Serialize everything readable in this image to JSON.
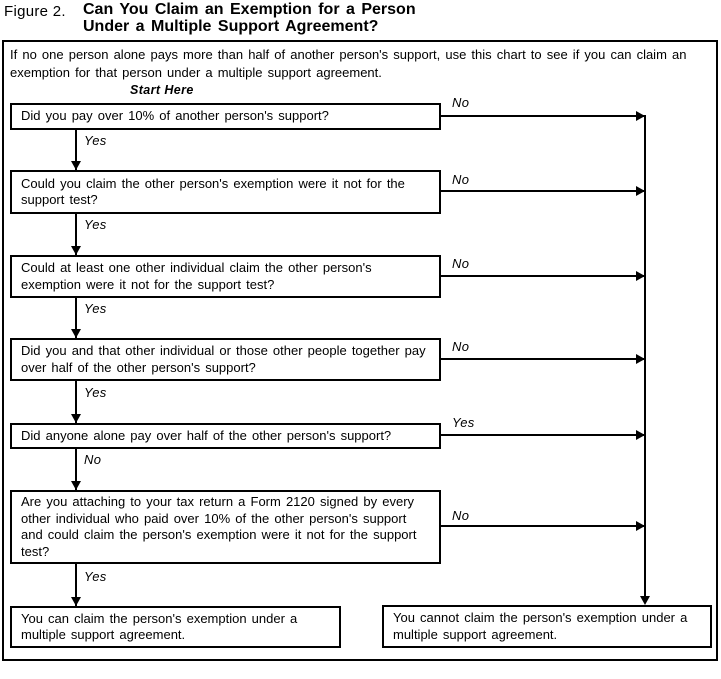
{
  "figure_label": "Figure 2.",
  "title_lines": [
    "Can You Claim an Exemption for a Person",
    "Under a Multiple Support Agreement?"
  ],
  "intro": "If no one person alone pays more than half of another person's support, use this chart to see if you can claim an exemption for that person under a multiple support agreement.",
  "start_here_label": "Start Here",
  "questions": [
    {
      "text": "Did you pay over 10% of another person's support?",
      "down_label": "Yes",
      "right_label": "No"
    },
    {
      "text": "Could you claim the other person's exemption were it not for the support test?",
      "down_label": "Yes",
      "right_label": "No"
    },
    {
      "text": "Could at least one other individual claim the other person's exemption were it not for the support test?",
      "down_label": "Yes",
      "right_label": "No"
    },
    {
      "text": "Did you and that other individual or those other people together pay over half of the other person's support?",
      "down_label": "Yes",
      "right_label": "No"
    },
    {
      "text": "Did anyone alone pay over half of the other person's support?",
      "down_label": "No",
      "right_label": "Yes"
    },
    {
      "text": "Are you attaching to your tax return a Form 2120 signed by every other individual who paid over 10% of the other person's support and could claim the person's exemption were it not for the support test?",
      "down_label": "Yes",
      "right_label": "No"
    }
  ],
  "outcomes": {
    "can_claim": "You can claim the person's exemption under a multiple support agreement.",
    "cannot_claim": "You cannot claim the person's exemption under a multiple support agreement."
  },
  "colors": {
    "ink": "#000000",
    "background": "#ffffff"
  }
}
